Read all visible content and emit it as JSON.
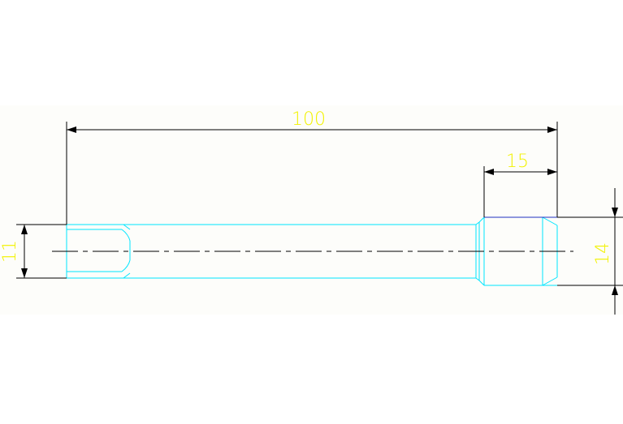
{
  "drawing": {
    "dimensions": {
      "overall_length": "100",
      "head_length": "15",
      "shank_diameter": "11",
      "head_diameter": "14"
    },
    "colors": {
      "background_band": "#fdfdfa",
      "part_outline": "#00e5ff",
      "dimension_line": "#000000",
      "dimension_text": "#f2f200",
      "center_line": "#000000"
    }
  }
}
